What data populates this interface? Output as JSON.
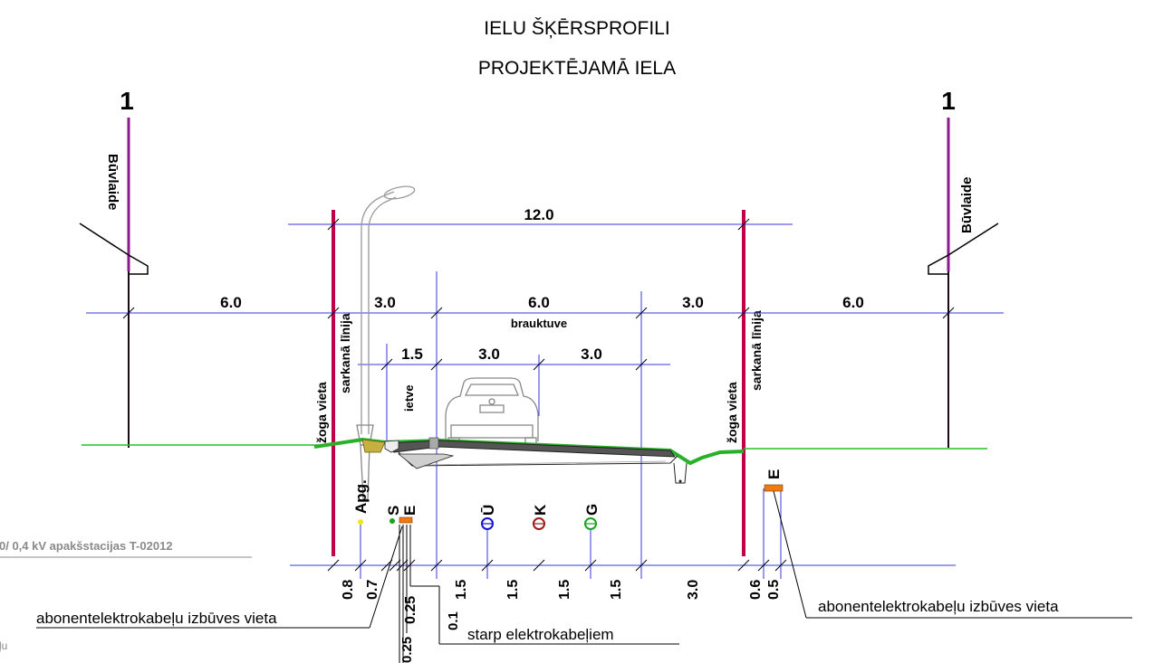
{
  "title": "IELU ŠĶĒRSPROFILI",
  "subtitle": "PROJEKTĒJAMĀ IELA",
  "section_mark_left": "1",
  "section_mark_right": "1",
  "labels": {
    "buvlaide_left": "Būvlaide",
    "buvlaide_right": "Būvlaide",
    "zoga_vieta_left": "žoga vieta",
    "zoga_vieta_right": "žoga vieta",
    "sarkana_linija_left": "sarkanā līnija",
    "sarkana_linija_right": "sarkanā līnija",
    "ietve": "ietve",
    "brauktuve": "brauktuve"
  },
  "dimensions": {
    "total_width": "12.0",
    "outer_left": "6.0",
    "outer_right": "6.0",
    "side_left": "3.0",
    "carriageway": "6.0",
    "side_right": "3.0",
    "sidewalk": "1.5",
    "lane_left": "3.0",
    "lane_right": "3.0"
  },
  "utilities": {
    "apg": "Apg.",
    "s": "S",
    "e_left": "E",
    "u": "Ū",
    "k": "K",
    "g": "G",
    "e_right": "E"
  },
  "bottom_dims": [
    "0.8",
    "0.7",
    "0.25",
    "1.5",
    "1.5",
    "1.5",
    "1.5",
    "3.0",
    "0.6",
    "0.5"
  ],
  "small_dims": {
    "d_025_a": "0.25",
    "d_025_b": "0.25",
    "d_01": "0.1"
  },
  "callouts": {
    "left": "abonentelektrokabeļu izbūves vieta",
    "right": "abonentelektrokabeļu izbūves vieta",
    "between": "starp elektrokabeļiem"
  },
  "partial_texts": {
    "substation": "0/ 0,4 kV apakšstacijas T-02012",
    "bottom_left": "ļu"
  },
  "colors": {
    "red_line": "#c0004a",
    "purple_line": "#8b1a8b",
    "dim_line": "#3a3adc",
    "ground": "#22c422",
    "water": "#1515d0",
    "sewer": "#9b1b1b",
    "gas": "#17a317",
    "cable_orange": "#f07a10"
  },
  "icons": [
    "street-lamp-icon",
    "car-icon"
  ]
}
